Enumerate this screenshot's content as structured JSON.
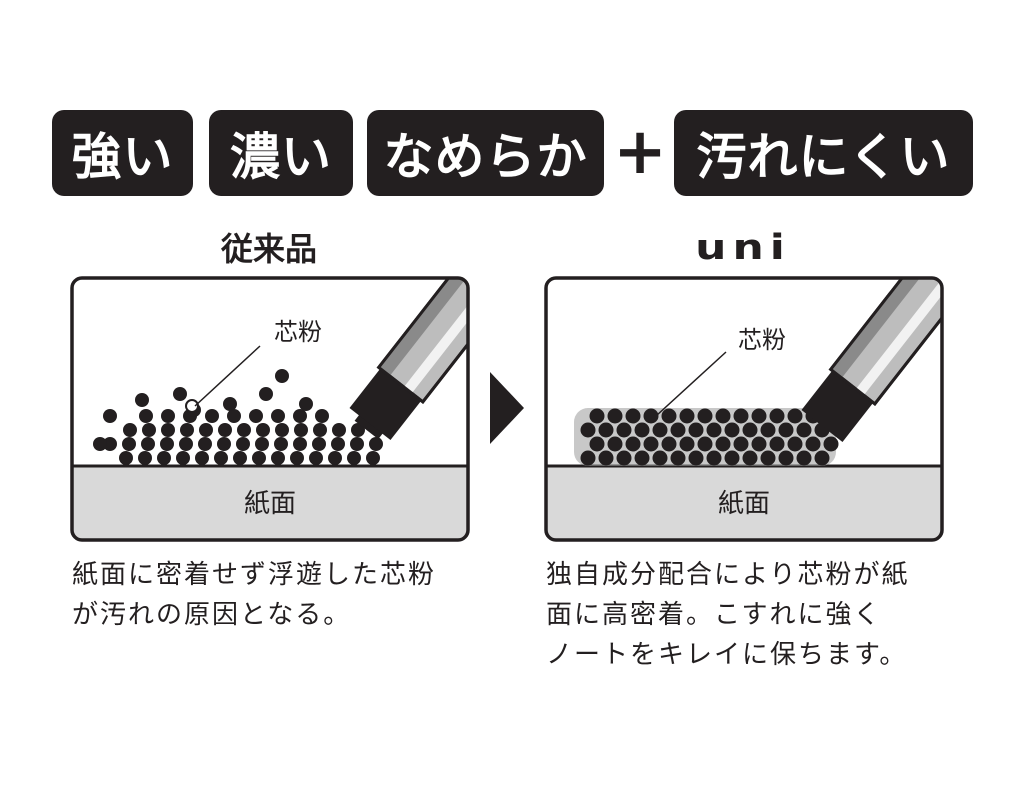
{
  "features": {
    "strong": "強い",
    "dark": "濃い",
    "smooth": "なめらか",
    "plus": "+",
    "smudge_resistant": "汚れにくい"
  },
  "left_panel": {
    "title": "従来品",
    "lead_label": "芯粉",
    "paper_label": "紙面",
    "caption": "紙面に密着せず浮遊した芯粉\nが汚れの原因となる。"
  },
  "right_panel": {
    "brand": "uni",
    "lead_label": "芯粉",
    "paper_label": "紙面",
    "caption": "独自成分配合により芯粉が紙\n面に高密着。こすれに強く\nノートをキレイに保ちます。"
  },
  "colors": {
    "ink": "#231f20",
    "paper": "#d9d9d9",
    "panel_border": "#231f20",
    "background": "#ffffff"
  },
  "icons": {
    "arrow": "triangle-right-icon",
    "pencil": "mechanical-pencil-icon",
    "particles": "graphite-particle-icon"
  }
}
